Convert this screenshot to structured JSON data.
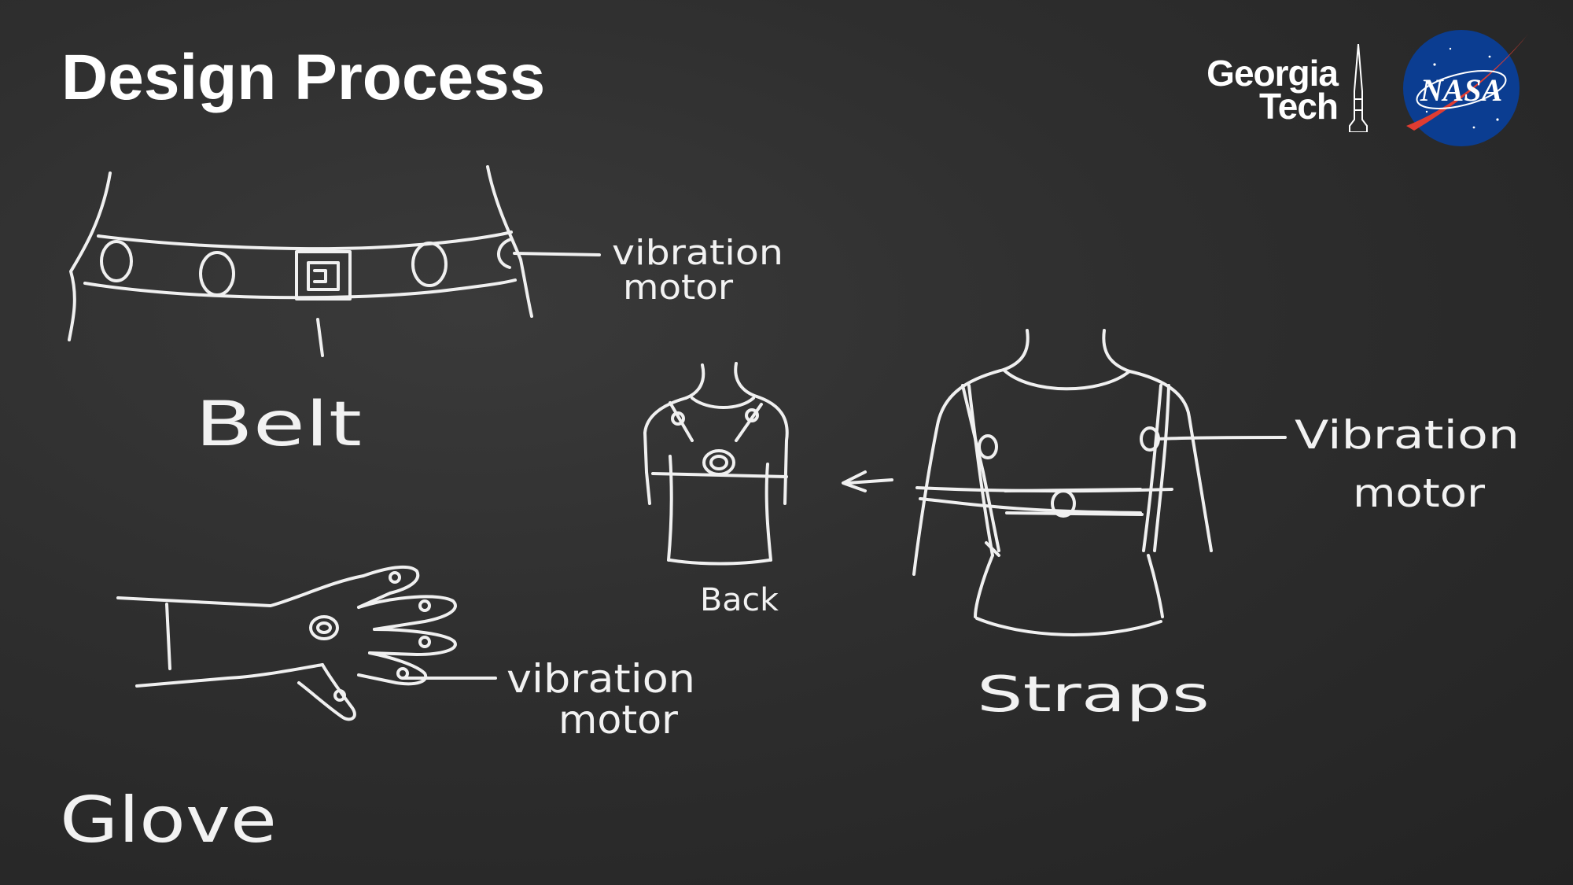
{
  "slide": {
    "title": "Design Process"
  },
  "logos": {
    "georgia_tech_line1": "Georgia",
    "georgia_tech_line2": "Tech",
    "nasa": "NASA"
  },
  "sketches": {
    "belt": {
      "caption": "Belt",
      "motor_label_1": "vibration",
      "motor_label_2": "motor"
    },
    "back": {
      "caption": "Back"
    },
    "straps": {
      "caption": "Straps",
      "motor_label_1": "Vibration",
      "motor_label_2": "motor"
    },
    "glove": {
      "caption": "Glove",
      "motor_label_1": "vibration",
      "motor_label_2": "motor"
    }
  },
  "colors": {
    "chalkboard": "#2e2e2e",
    "chalk": "#f2f2f2",
    "nasa_blue": "#0b3d91",
    "nasa_red": "#e03c31"
  }
}
